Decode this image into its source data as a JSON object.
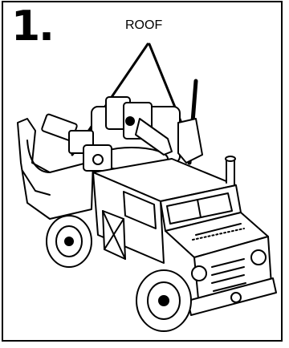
{
  "step": {
    "number": "1."
  },
  "callout": {
    "label": "ROOF"
  },
  "drawing": {
    "subject": "toy-military-vehicle",
    "stroke_color": "#000000",
    "fill_color": "#ffffff"
  }
}
